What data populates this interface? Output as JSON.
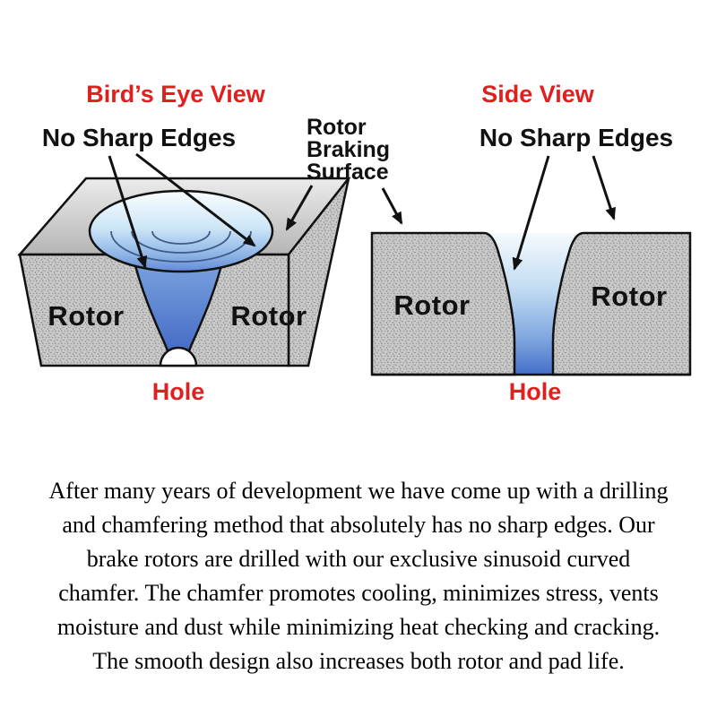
{
  "titles": {
    "birds_eye": "Bird’s Eye View",
    "side": "Side View"
  },
  "labels": {
    "no_sharp_edges": "No Sharp Edges",
    "rotor_braking_surface": [
      "Rotor",
      "Braking",
      "Surface"
    ],
    "rotor": "Rotor",
    "hole": "Hole"
  },
  "paragraph": {
    "lines": [
      "After many years of development we have come up with a drilling",
      "and chamfering method that absolutely has no sharp edges.  Our",
      "brake rotors are drilled with our exclusive sinusoid curved",
      "chamfer. The chamfer promotes cooling, minimizes stress, vents",
      "moisture and dust while minimizing heat checking and cracking.",
      "The smooth design also increases both rotor and pad life."
    ]
  },
  "colors": {
    "accent_red": "#e0201e",
    "hole_blue_deep": "#3f6bc8",
    "hole_blue_light": "#eef6fc",
    "rotor_gray": "#c7c7c7",
    "top_face_gray": "#d9d9d9",
    "outline_black": "#111111"
  }
}
